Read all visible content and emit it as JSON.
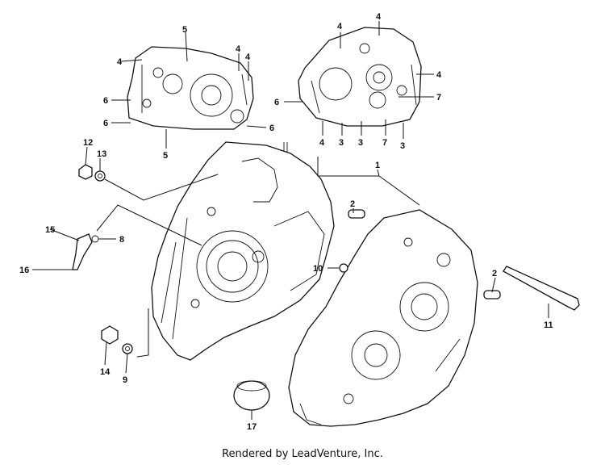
{
  "footer": "Rendered by LeadVenture, Inc.",
  "callouts": {
    "c_1": "1",
    "c_2a": "2",
    "c_2b": "2",
    "c_3a": "3",
    "c_3b": "3",
    "c_3c": "3",
    "c_4a": "4",
    "c_4b": "4",
    "c_4c": "4",
    "c_4d": "4",
    "c_4e": "4",
    "c_4f": "4",
    "c_4g": "4",
    "c_5a": "5",
    "c_5b": "5",
    "c_6a": "6",
    "c_6b": "6",
    "c_6c": "6",
    "c_6d": "6",
    "c_7a": "7",
    "c_7b": "7",
    "c_8": "8",
    "c_9": "9",
    "c_10": "10",
    "c_11": "11",
    "c_12": "12",
    "c_13": "13",
    "c_14": "14",
    "c_15": "15",
    "c_16": "16",
    "c_17": "17"
  }
}
